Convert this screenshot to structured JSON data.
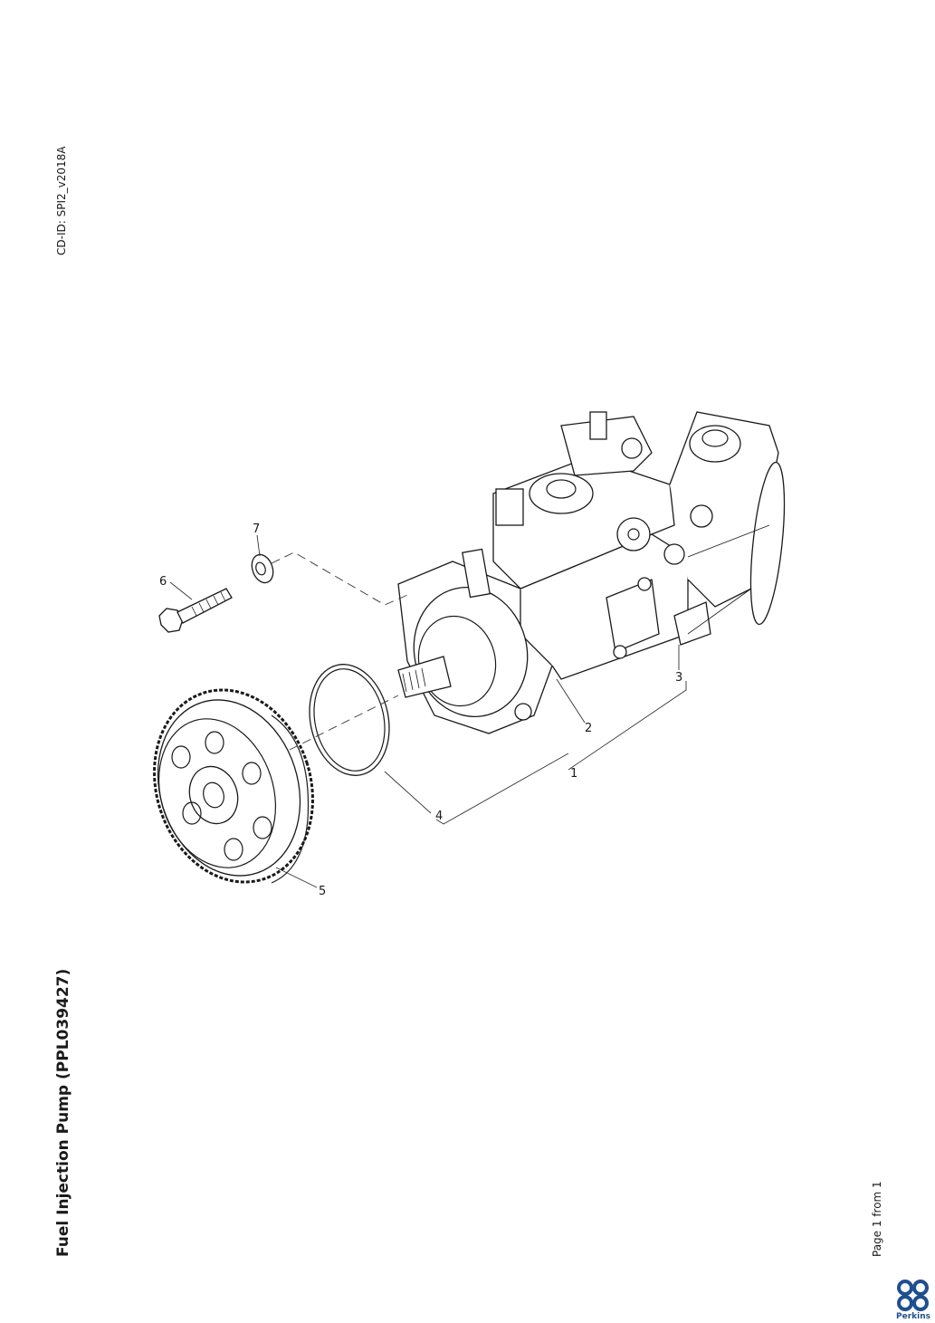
{
  "header": {
    "cd_id": "CD-ID: SPI2_v2018A"
  },
  "document": {
    "title": "Fuel Injection Pump (PPL039427)"
  },
  "footer": {
    "page": "Page 1 from 1",
    "brand": "Perkins"
  },
  "brand_color": "#1f4f8f",
  "diagram": {
    "callouts": [
      "1",
      "2",
      "3",
      "4",
      "5",
      "6",
      "7"
    ]
  }
}
